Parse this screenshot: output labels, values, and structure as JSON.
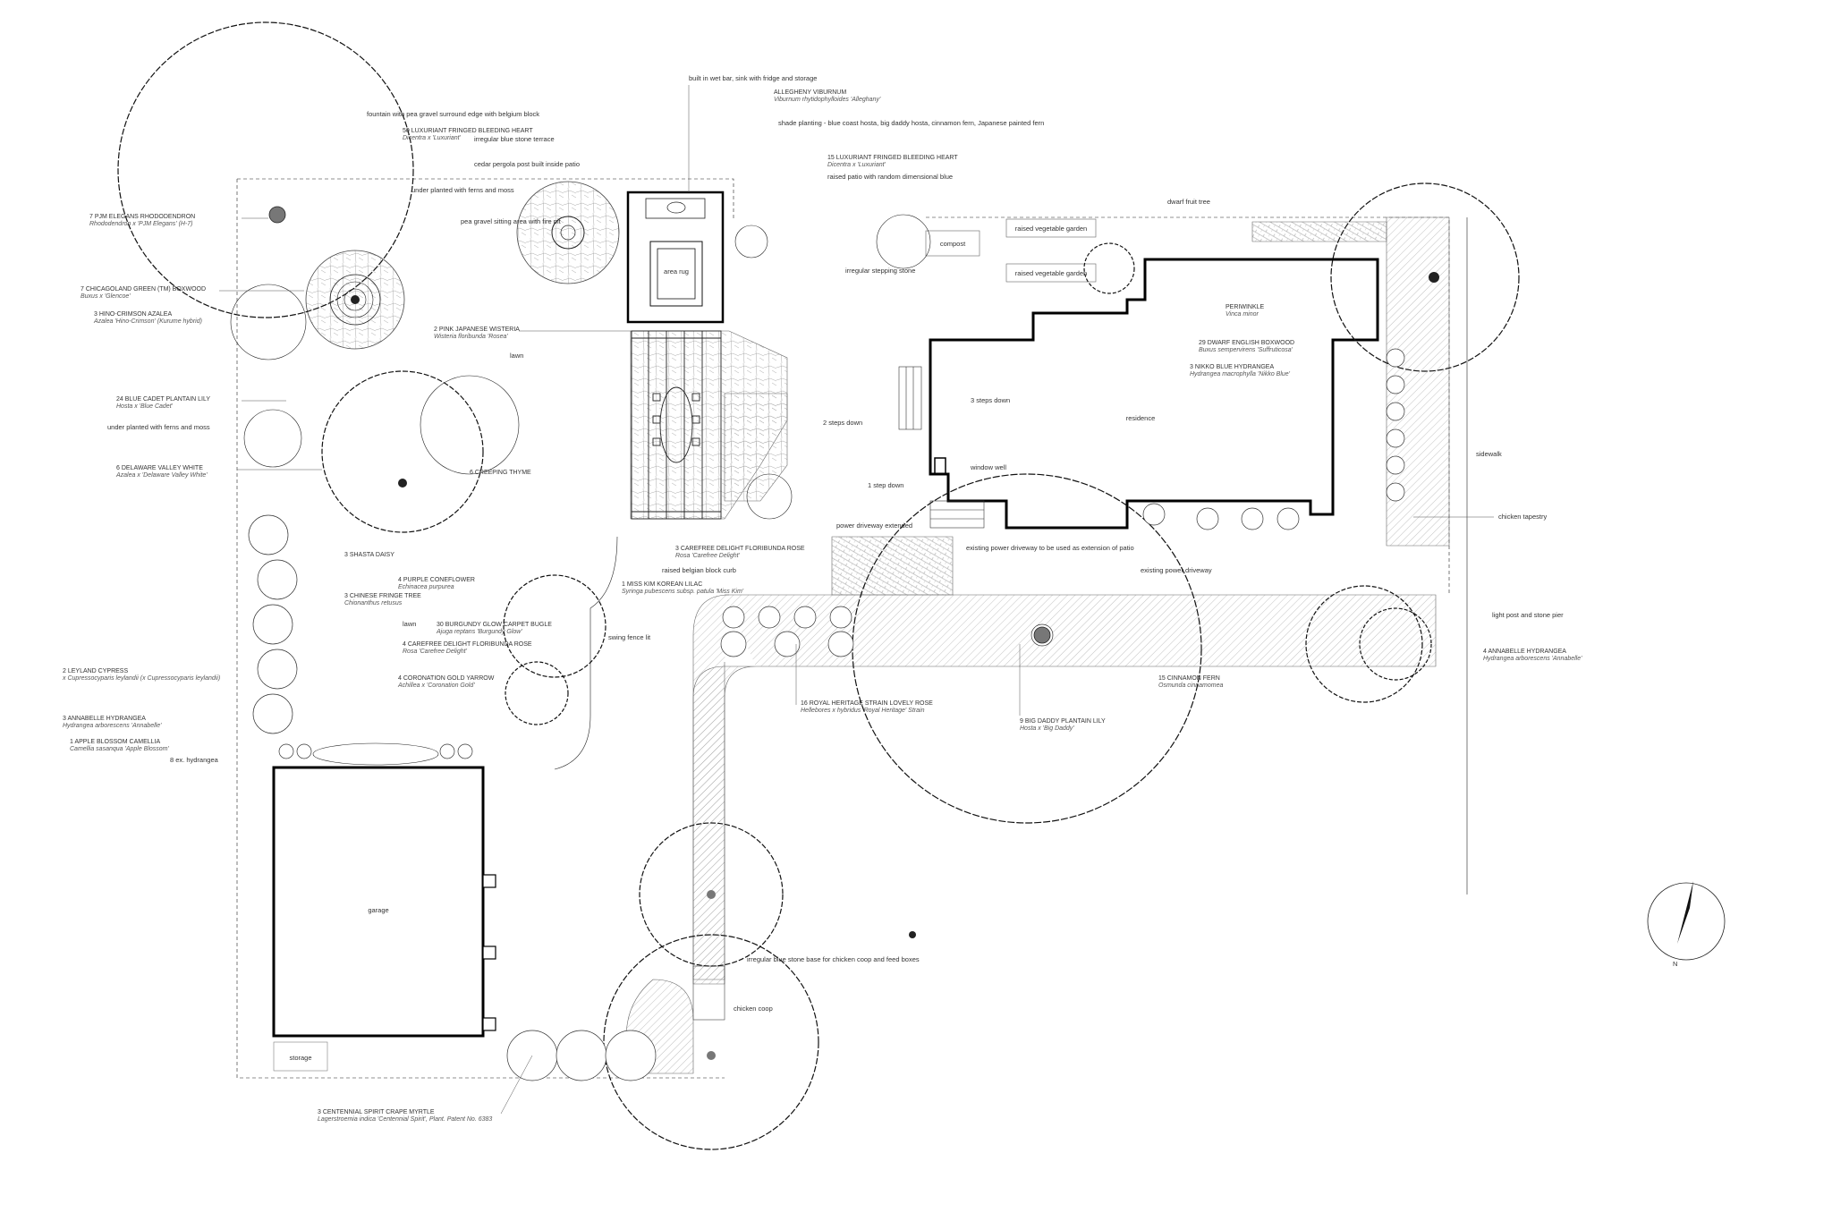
{
  "plan": {
    "structures": {
      "garage": "garage",
      "storage": "storage",
      "residence": "residence",
      "area_rug": "area rug",
      "compost": "compost",
      "raised_bed_1": "raised vegetable garden",
      "raised_bed_2": "raised vegetable garden",
      "chicken_coop": "chicken coop",
      "sidewalk": "sidewalk",
      "lawn_1": "lawn",
      "lawn_2": "lawn",
      "north": "N"
    },
    "notes": {
      "wet_bar": "built in wet bar, sink with fridge and storage",
      "fountain": "fountain with pea gravel surround edge with belgium block",
      "under_planted": "under planted with ferns and moss",
      "pea_gravel": "pea gravel sitting area with fire pit",
      "bluestone_terrace": "irregular blue stone terrace",
      "pergola_note": "cedar pergola post built inside patio",
      "shade_planting": "shade planting - blue coast hosta, big daddy hosta, cinnamon fern, Japanese painted fern",
      "raised_patio": "raised patio with random dimensional blue",
      "stepping_stone": "irregular stepping stone",
      "steps_down_1": "3 steps down",
      "steps_down_2": "2 steps down",
      "step_down": "1 step down",
      "window_well": "window well",
      "power_driveway_extended": "power driveway extended",
      "existing_driveway": "existing power driveway to be used as extension of patio",
      "existing_power_driveway": "existing power driveway",
      "raised_belgian": "raised belgian block curb",
      "swing_fence": "swing fence lit",
      "dwarf_fruit": "dwarf fruit tree",
      "chicken_tapestry": "chicken tapestry",
      "light_post": "light post and stone pier",
      "bluestone_base": "irregular blue stone base for chicken coop and feed boxes",
      "under_planted_ferns": "under planted with ferns and moss",
      "hydrangea_ex": "8 ex. hydrangea"
    },
    "plants": {
      "p1": "7 PJM ELEGANS RHODODENDRON",
      "p1b": "Rhododendron x 'PJM Elegans' (H-7)",
      "p2": "7 CHICAGOLAND GREEN (TM) BOXWOOD",
      "p2b": "Buxus x 'Glencoe'",
      "p3": "3 HINO-CRIMSON AZALEA",
      "p3b": "Azalea 'Hino-Crimson' (Kurume hybrid)",
      "p4": "24 BLUE CADET PLANTAIN LILY",
      "p4b": "Hosta x 'Blue Cadet'",
      "p5": "6 DELAWARE VALLEY WHITE",
      "p5b": "Azalea x 'Delaware Valley White'",
      "p6": "2 PINK JAPANESE WISTERIA",
      "p6b": "Wisteria floribunda 'Rosea'",
      "p7": "6 CREEPING THYME",
      "p8": "50 LUXURIANT FRINGED BLEEDING HEART",
      "p8b": "Dicentra x 'Luxuriant'",
      "p9": "15 LUXURIANT FRINGED BLEEDING HEART",
      "p9b": "Dicentra x 'Luxuriant'",
      "p10": "ALLEGHENY VIBURNUM",
      "p10b": "Viburnum rhytidophylloides 'Alleghany'",
      "p11": "3 SHASTA DAISY",
      "p12": "3 CHINESE FRINGE TREE",
      "p12b": "Chionanthus retusus",
      "p13": "4 PURPLE CONEFLOWER",
      "p13b": "Echinacea purpurea",
      "p14": "30 BURGUNDY GLOW CARPET BUGLE",
      "p14b": "Ajuga reptans 'Burgundy Glow'",
      "p15": "4 CAREFREE DELIGHT FLORIBUNDA ROSE",
      "p15b": "Rosa 'Carefree Delight'",
      "p16": "4 CORONATION GOLD YARROW",
      "p16b": "Achillea x 'Coronation Gold'",
      "p17": "2 LEYLAND CYPRESS",
      "p17b": "x Cupressocyparis leylandii (x Cupressocyparis leylandii)",
      "p18": "3 ANNABELLE HYDRANGEA",
      "p18b": "Hydrangea arborescens 'Annabelle'",
      "p19": "1 APPLE BLOSSOM CAMELLIA",
      "p19b": "Camellia sasanqua 'Apple Blossom'",
      "p20": "1 MISS KIM KOREAN LILAC",
      "p20b": "Syringa pubescens subsp. patula 'Miss Kim'",
      "p21": "3 CAREFREE DELIGHT FLORIBUNDA ROSE",
      "p21b": "Rosa 'Carefree Delight'",
      "p22": "16 ROYAL HERITAGE STRAIN LOVELY ROSE",
      "p22b": "Hellebores x hybridus 'Royal Heritage' Strain",
      "p23": "15 CINNAMON FERN",
      "p23b": "Osmunda cinnamomea",
      "p24": "9 BIG DADDY PLANTAIN LILY",
      "p24b": "Hosta x 'Big Daddy'",
      "p25": "PERIWINKLE",
      "p25b": "Vinca minor",
      "p26": "29 DWARF ENGLISH BOXWOOD",
      "p26b": "Buxus sempervirens 'Suffruticosa'",
      "p27": "3 NIKKO BLUE HYDRANGEA",
      "p27b": "Hydrangea macrophylla 'Nikko Blue'",
      "p28": "4 ANNABELLE HYDRANGEA",
      "p28b": "Hydrangea arborescens 'Annabelle'",
      "p29": "3 CENTENNIAL SPIRIT CRAPE MYRTLE",
      "p29b": "Lagerstroemia indica 'Centennial Spirit', Plant. Patent No. 6383"
    }
  }
}
